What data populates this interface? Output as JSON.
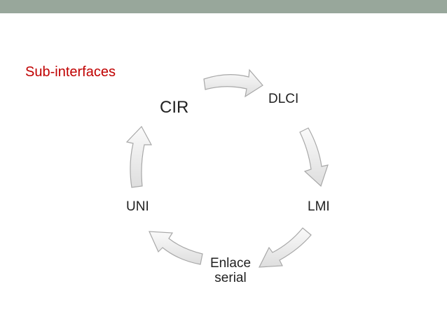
{
  "slide": {
    "subtitle": "Sub-interfaces",
    "accent_bar_color": "#98a79b",
    "subtitle_color": "#c00000"
  },
  "cycle": {
    "nodes": {
      "cir": "CIR",
      "dlci": "DLCI",
      "lmi": "LMI",
      "enlace_line1": "Enlace",
      "enlace_line2": "serial",
      "uni": "UNI"
    },
    "arrows": [
      {
        "from": "CIR",
        "to": "DLCI"
      },
      {
        "from": "DLCI",
        "to": "LMI"
      },
      {
        "from": "LMI",
        "to": "Enlace serial"
      },
      {
        "from": "Enlace serial",
        "to": "UNI"
      },
      {
        "from": "UNI",
        "to": "CIR"
      }
    ],
    "arrow_fill": "#eeeeee",
    "arrow_stroke": "#a8a8a8"
  }
}
